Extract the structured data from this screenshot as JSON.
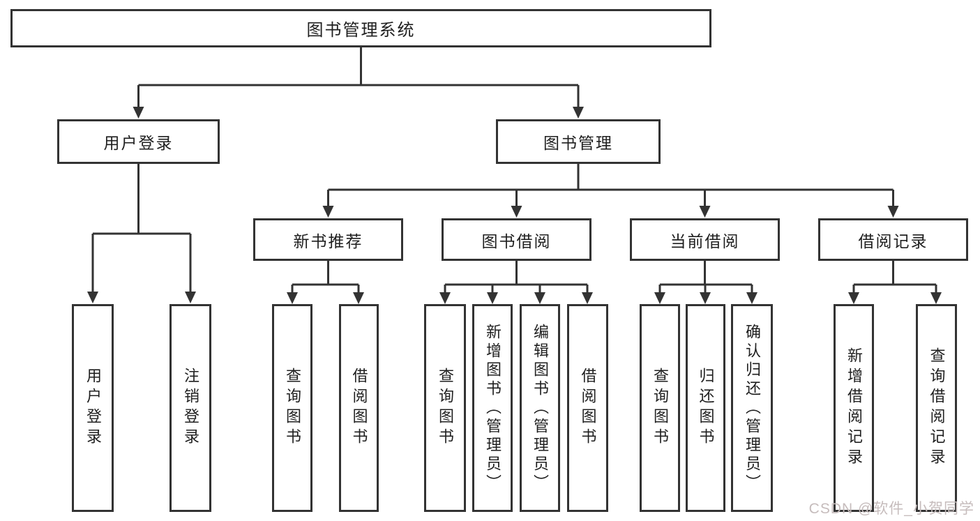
{
  "title": {
    "label": "图书管理系统"
  },
  "branches": [
    {
      "label": "用户登录",
      "children": [
        "用户登录",
        "注销登录"
      ]
    },
    {
      "label": "图书管理"
    }
  ],
  "modules": [
    {
      "label": "新书推荐",
      "children": [
        "查询图书",
        "借阅图书"
      ]
    },
    {
      "label": "图书借阅",
      "children": [
        "查询图书",
        "新增图书（管理员）",
        "编辑图书（管理员）",
        "借阅图书"
      ]
    },
    {
      "label": "当前借阅",
      "children": [
        "查询图书",
        "归还图书",
        "确认归还（管理员）"
      ]
    },
    {
      "label": "借阅记录",
      "children": [
        "新增借阅记录",
        "查询借阅记录"
      ]
    }
  ],
  "watermark": "CSDN @软件_小贺同学",
  "colors": {
    "line": "#333333",
    "border": "#333333",
    "background": "#ffffff",
    "watermark": "#c6bcbc"
  }
}
